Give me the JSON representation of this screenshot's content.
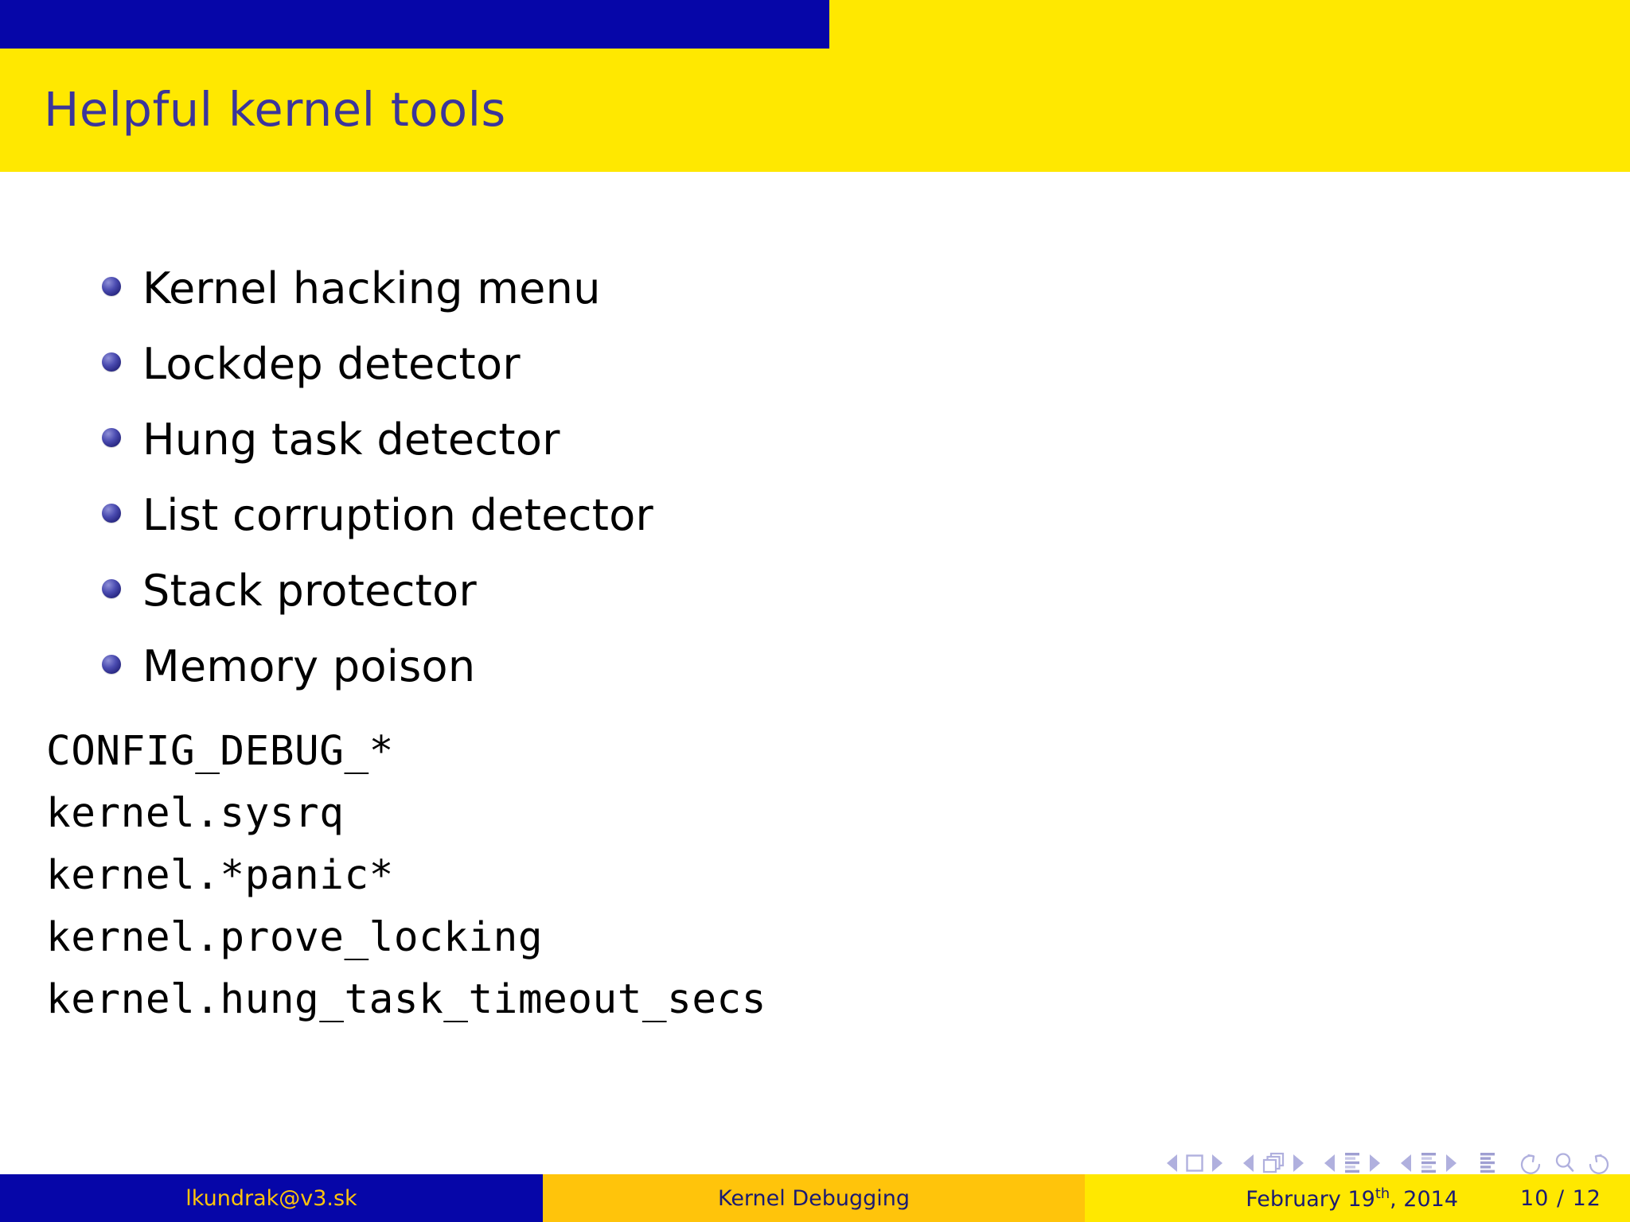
{
  "theme": {
    "header_blue": "#0606a8",
    "header_yellow": "#ffe800",
    "title_blue": "#3b359b",
    "footer_gold": "#ffc40b",
    "footer_yellow": "#ffe800",
    "bullet_blue": "#26257e",
    "nav_symbol_color": "#b0b0de",
    "body_text": "#000000"
  },
  "header": {
    "title": "Helpful kernel tools"
  },
  "main": {
    "bullets": [
      {
        "label": "Kernel hacking menu"
      },
      {
        "label": "Lockdep detector"
      },
      {
        "label": "Hung task detector"
      },
      {
        "label": "List corruption detector"
      },
      {
        "label": "Stack protector"
      },
      {
        "label": "Memory poison"
      }
    ],
    "code_lines": [
      "CONFIG_DEBUG_*",
      "kernel.sysrq",
      "kernel.*panic*",
      "kernel.prove_locking",
      "kernel.hung_task_timeout_secs"
    ]
  },
  "navigation": {
    "symbols": [
      {
        "name": "slide-back-icon",
        "glyph": "triangle-left"
      },
      {
        "name": "slide-icon",
        "glyph": "square"
      },
      {
        "name": "slide-forward-icon",
        "glyph": "triangle-right"
      },
      {
        "name": "frame-back-icon",
        "glyph": "triangle-left"
      },
      {
        "name": "frame-icon",
        "glyph": "stacked-squares"
      },
      {
        "name": "frame-forward-icon",
        "glyph": "triangle-right"
      },
      {
        "name": "subsection-back-icon",
        "glyph": "triangle-left"
      },
      {
        "name": "subsection-icon",
        "glyph": "text-lines"
      },
      {
        "name": "subsection-forward-icon",
        "glyph": "triangle-right"
      },
      {
        "name": "section-back-icon",
        "glyph": "triangle-left"
      },
      {
        "name": "section-icon",
        "glyph": "text-lines"
      },
      {
        "name": "section-forward-icon",
        "glyph": "triangle-right"
      },
      {
        "name": "document-icon",
        "glyph": "text-lines"
      },
      {
        "name": "back-icon",
        "glyph": "arrow-counterclockwise"
      },
      {
        "name": "search-icon",
        "glyph": "magnifier"
      },
      {
        "name": "forward-icon",
        "glyph": "arrow-clockwise"
      }
    ]
  },
  "footer": {
    "author": "lkundrak@v3.sk",
    "talk_title": "Kernel Debugging",
    "date_text": "February 19",
    "date_ordinal": "th",
    "date_year": ", 2014",
    "page": "10 / 12"
  }
}
